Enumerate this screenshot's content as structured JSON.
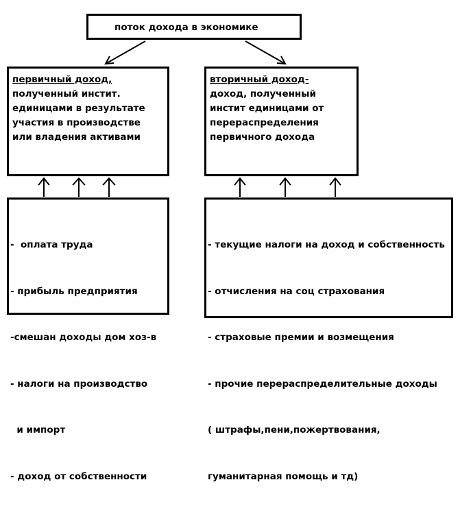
{
  "title": "поток дохода в экономике",
  "primary": {
    "heading": "первичный доход,",
    "lines": [
      "полученный инстит.",
      "единицами в результате",
      "участия в производстве",
      "или владения активами"
    ]
  },
  "secondary": {
    "heading": "вторичный доход-",
    "lines": [
      "доход, полученный",
      "инстит единицами от",
      "перераспределения",
      "первичного дохода"
    ]
  },
  "primary_items": [
    "-  оплата труда",
    "- прибыль предприятия",
    "-смешан доходы дом хоз-в",
    "- налоги на производство",
    "  и импорт",
    "- доход от собственности"
  ],
  "secondary_items": [
    "- текущие налоги на доход и собственность",
    "- отчисления на соц страхования",
    "- страховые премии и возмещения",
    "- прочие перераспределительные доходы",
    "( штрафы,пени,пожертвования,",
    "гуманитарная помощь и тд)"
  ]
}
